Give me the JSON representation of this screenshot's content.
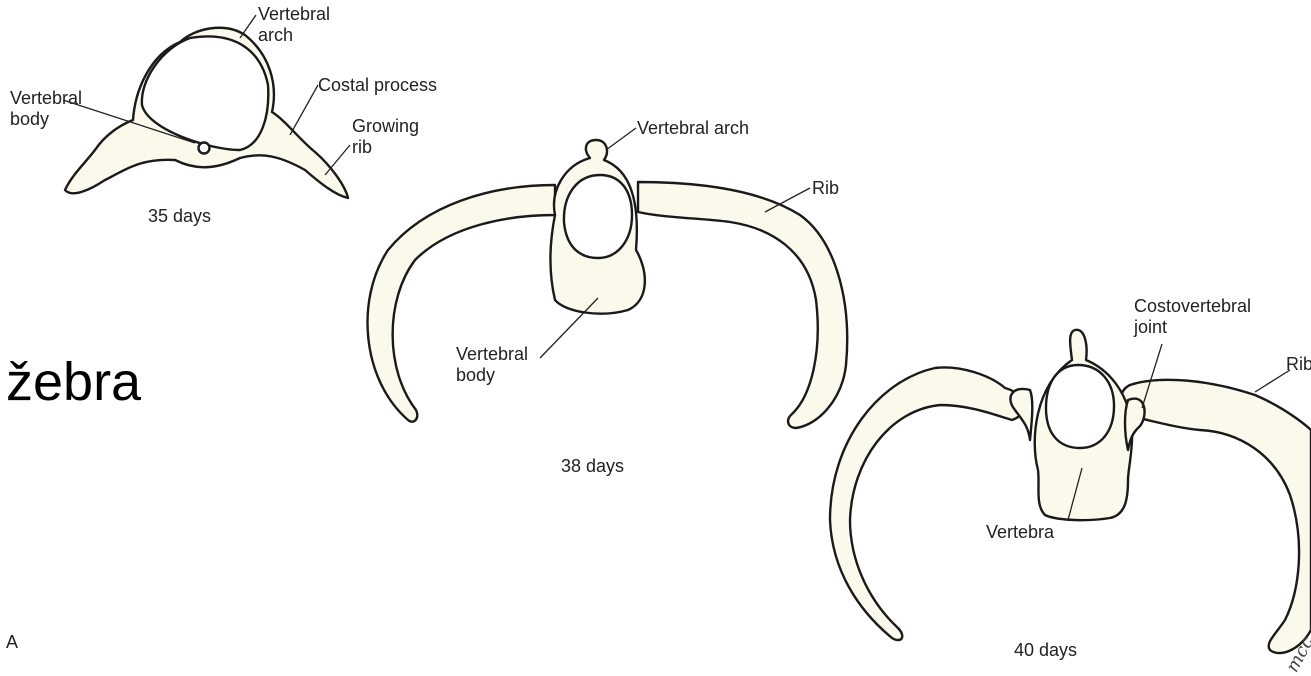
{
  "slide_title": "žebra",
  "panel_letter": "A",
  "artist_signature": "mcc",
  "diagram_35": {
    "stage": "35 days",
    "labels": {
      "vertebral_arch": "Vertebral\narch",
      "costal_process": "Costal process",
      "vertebral_body": "Vertebral\nbody",
      "growing_rib": "Growing\nrib"
    }
  },
  "diagram_38": {
    "stage": "38 days",
    "labels": {
      "vertebral_arch": "Vertebral arch",
      "rib": "Rib",
      "vertebral_body": "Vertebral\nbody"
    }
  },
  "diagram_40": {
    "stage": "40 days",
    "labels": {
      "costovertebral_joint": "Costovertebral\njoint",
      "rib": "Rib",
      "vertebra": "Vertebra"
    }
  },
  "colors": {
    "bone_fill": "#fbf9ec",
    "outline": "#1a1a1a"
  }
}
